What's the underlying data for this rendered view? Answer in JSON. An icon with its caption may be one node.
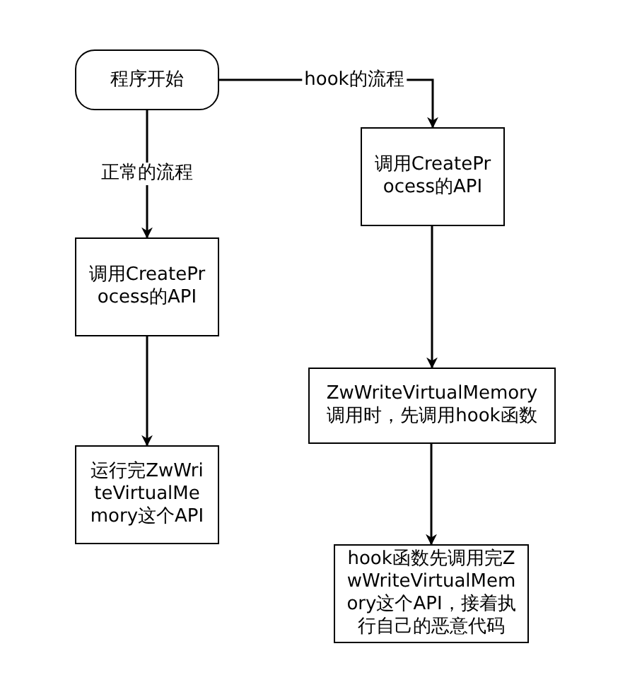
{
  "diagram": {
    "nodes": [
      {
        "text": [
          "程序开始"
        ]
      },
      {
        "text": [
          "调用CreateProcess的API"
        ]
      },
      {
        "text": [
          "运行完ZwWriteVirtualMemory这个API"
        ]
      },
      {
        "text": [
          "调用CreateProcess的API"
        ]
      },
      {
        "text": [
          "ZwWriteVirtualMemory调用时，先调用hook函数"
        ]
      },
      {
        "text": [
          "hook函数先调用完ZwWriteVirtualMemory这个API，接着执行自己的恶意代码"
        ]
      }
    ],
    "edges": [
      {
        "from": 0,
        "to": 1,
        "arrow": "to",
        "label": "正常的流程"
      },
      {
        "from": 0,
        "to": 3,
        "arrow": "to",
        "label": "hook的流程"
      },
      {
        "from": 1,
        "to": 2,
        "arrow": "to"
      },
      {
        "from": 3,
        "to": 4,
        "arrow": "to"
      },
      {
        "from": 4,
        "to": 5,
        "arrow": "to"
      }
    ]
  }
}
